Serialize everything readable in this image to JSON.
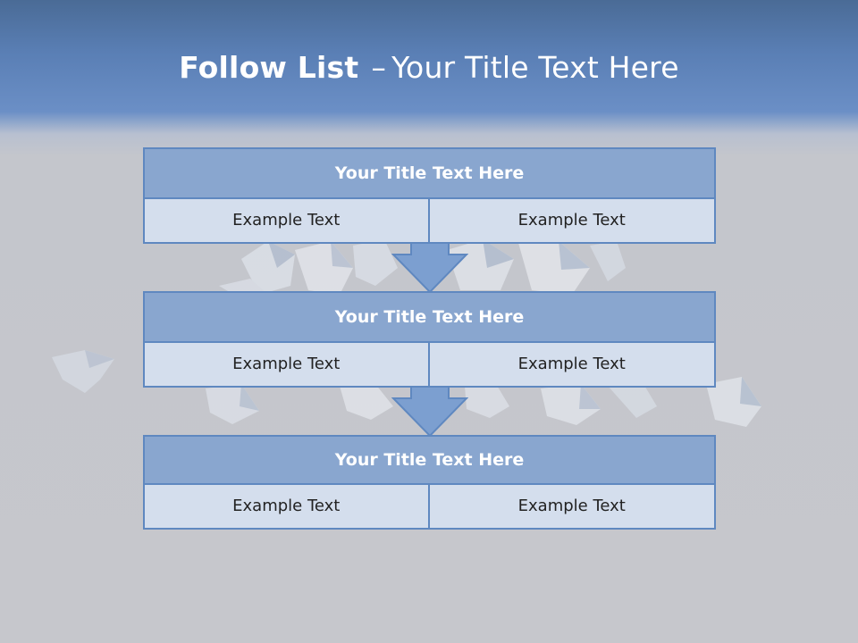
{
  "title": {
    "bold": "Follow List",
    "separator": "–",
    "rest": "Your Title Text Here"
  },
  "blocks": [
    {
      "header": "Your Title Text Here",
      "cells": [
        "Example Text",
        "Example Text"
      ]
    },
    {
      "header": "Your Title Text Here",
      "cells": [
        "Example Text",
        "Example Text"
      ]
    },
    {
      "header": "Your Title Text Here",
      "cells": [
        "Example Text",
        "Example Text"
      ]
    }
  ],
  "colors": {
    "header_fill": "#89a6cf",
    "cell_fill": "#d4deed",
    "border": "#5f88c0",
    "arrow_fill": "#7c9fd0"
  }
}
